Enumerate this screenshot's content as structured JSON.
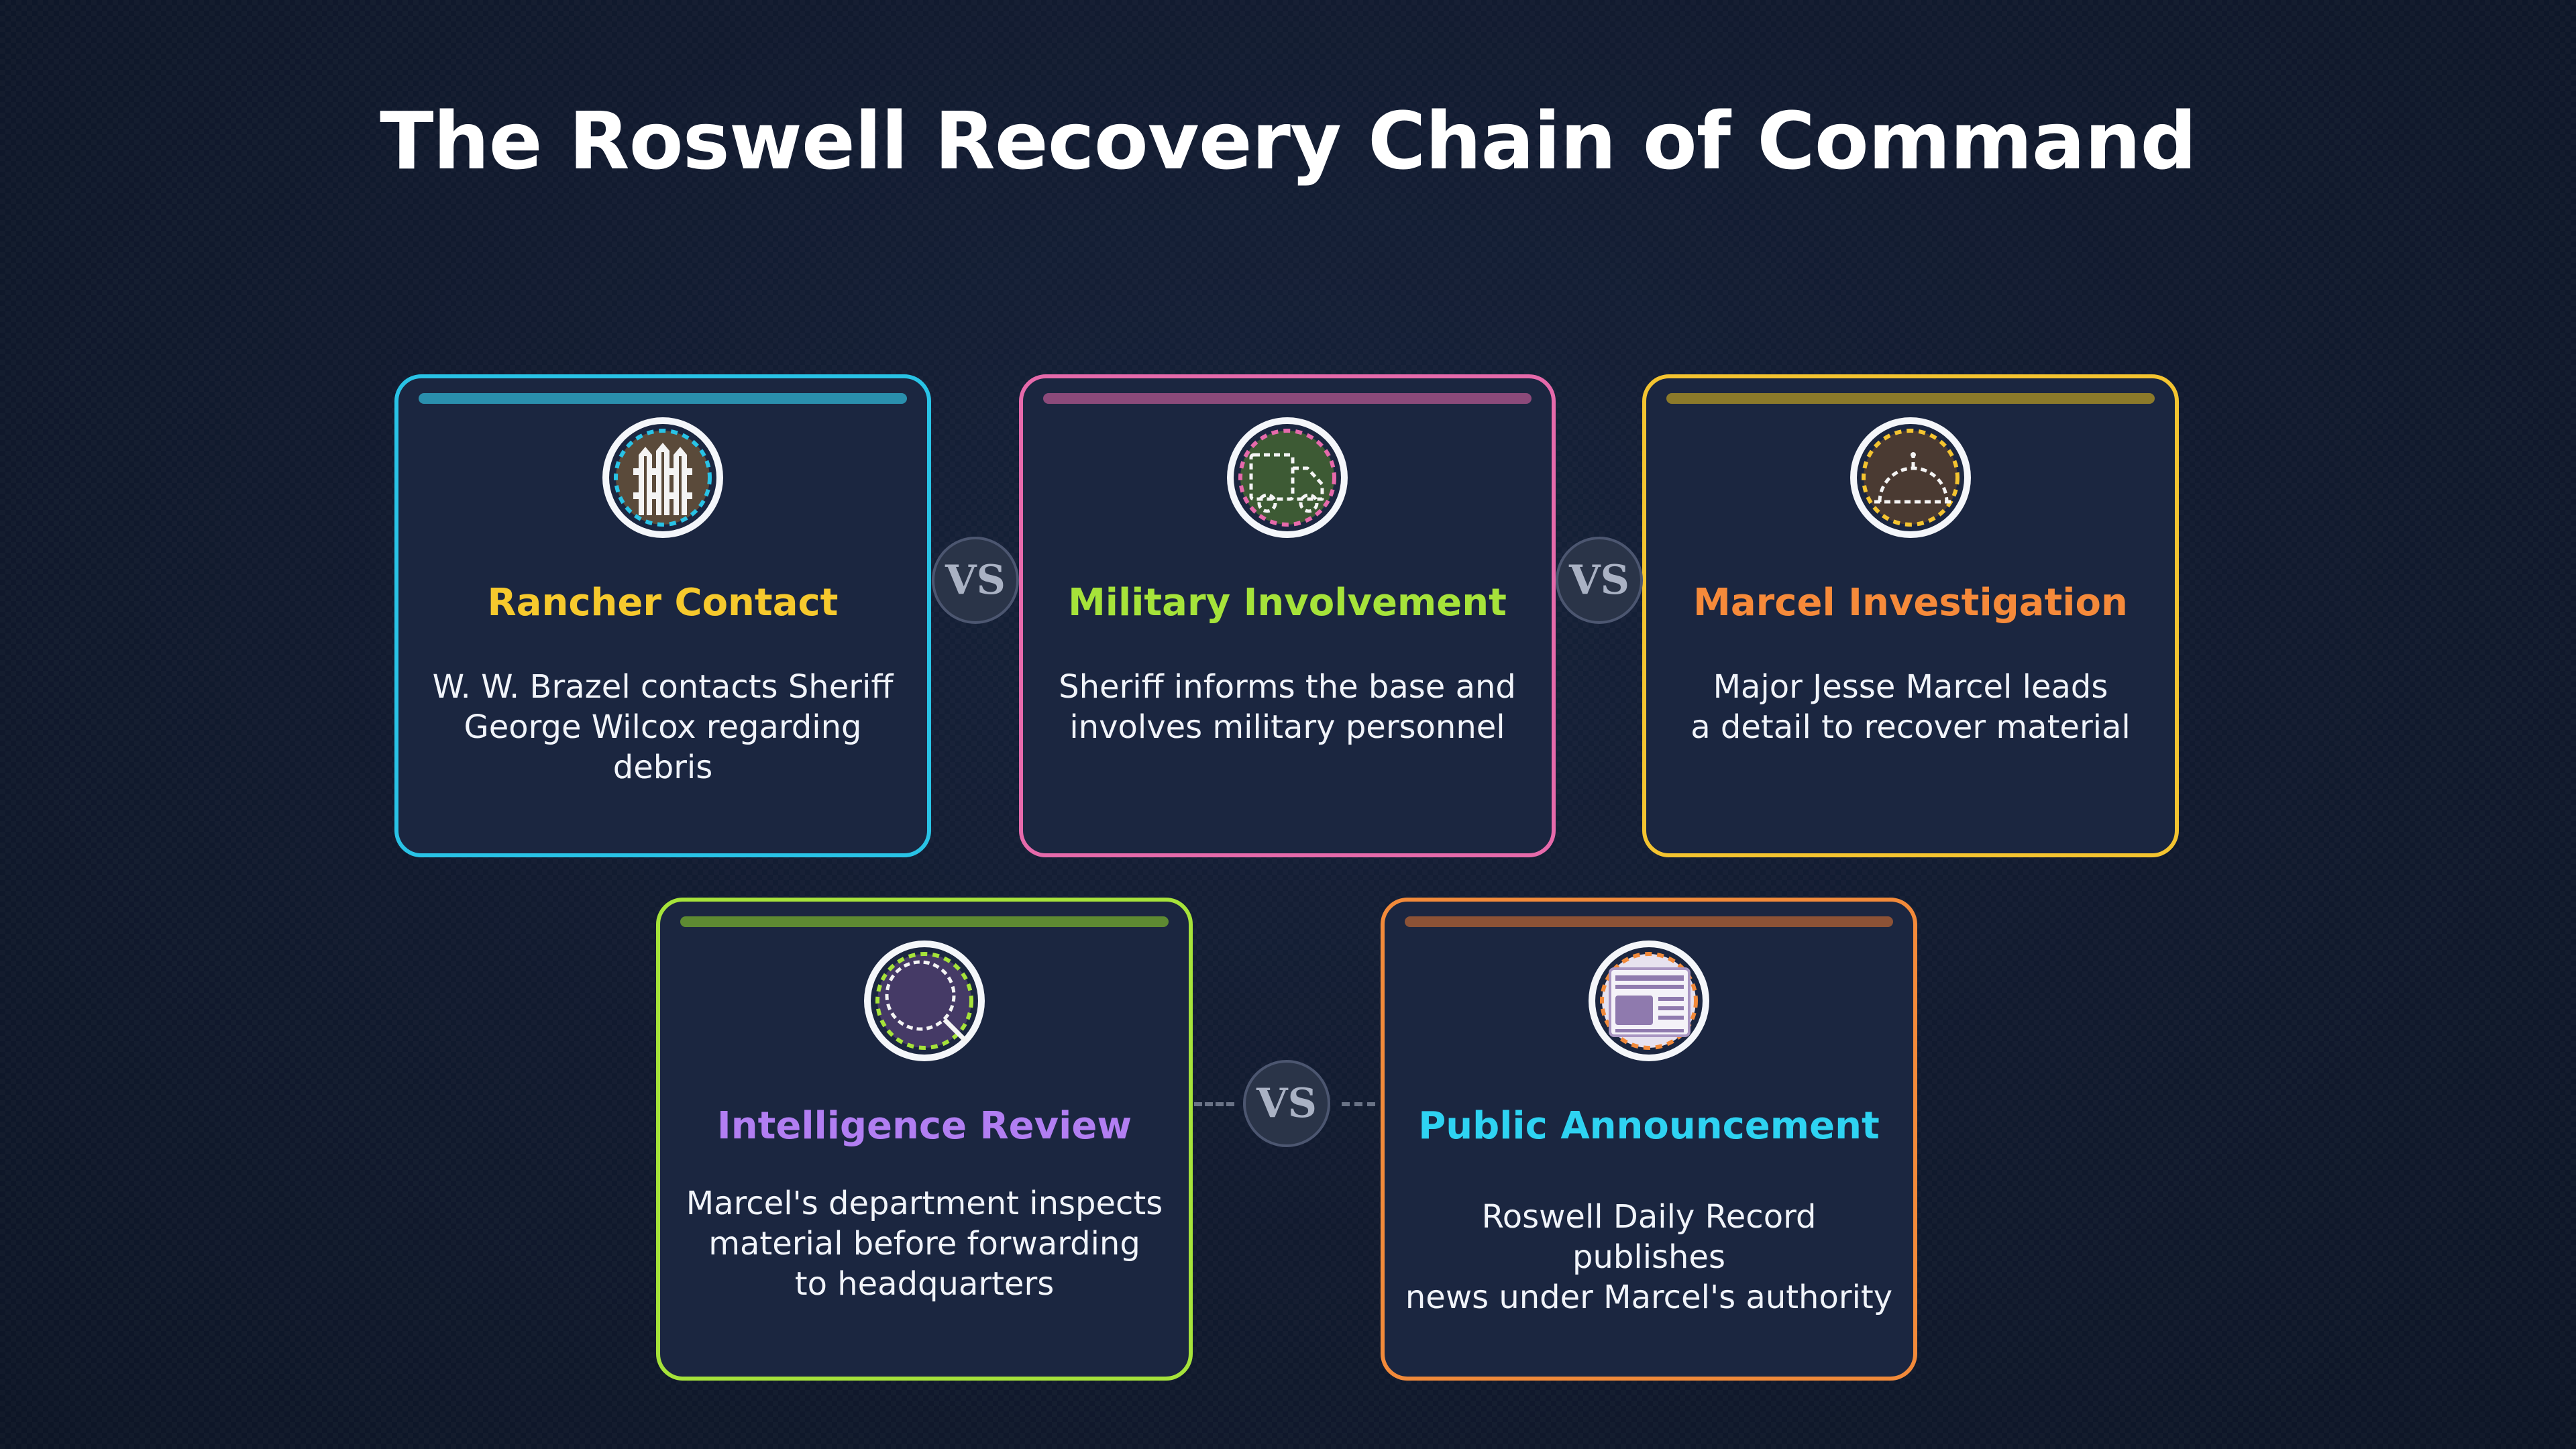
{
  "title": "The Roswell Recovery Chain of Command",
  "connector_label": "VS",
  "cards": [
    {
      "label": "Rancher Contact",
      "description": "W. W. Brazel contacts Sheriff\nGeorge Wilcox regarding debris",
      "icon": "fence-icon",
      "border_color": "#29c3e6",
      "bar_color": "#2a8fad",
      "label_color": "#f6c92d",
      "icon_fill": "#5a4a3a",
      "icon_ring": "#29c3e6"
    },
    {
      "label": "Military Involvement",
      "description": "Sheriff informs the base and\n involves military personnel",
      "icon": "truck-icon",
      "border_color": "#e66aab",
      "bar_color": "#8c4a7a",
      "label_color": "#a6e33a",
      "icon_fill": "#3d5a34",
      "icon_ring": "#e66aab"
    },
    {
      "label": "Marcel Investigation",
      "description": "Major Jesse Marcel leads\n a detail to recover material",
      "icon": "radar-icon",
      "border_color": "#f4c430",
      "bar_color": "#8c7a2a",
      "label_color": "#f68a3a",
      "icon_fill": "#4a3a32",
      "icon_ring": "#f4c430"
    },
    {
      "label": "Intelligence Review",
      "description": "Marcel's department inspects\nmaterial before forwarding\nto headquarters",
      "icon": "magnifier-icon",
      "border_color": "#a6e33a",
      "bar_color": "#5e8a32",
      "label_color": "#b27ef2",
      "icon_fill": "#453a66",
      "icon_ring": "#a6e33a"
    },
    {
      "label": "Public Announcement",
      "description": "Roswell Daily Record publishes\nnews under Marcel's authority",
      "icon": "newspaper-icon",
      "border_color": "#f28a3a",
      "bar_color": "#8c5236",
      "label_color": "#2ed3f2",
      "icon_fill": "#e7e2ef",
      "icon_ring": "#f28a3a"
    }
  ]
}
